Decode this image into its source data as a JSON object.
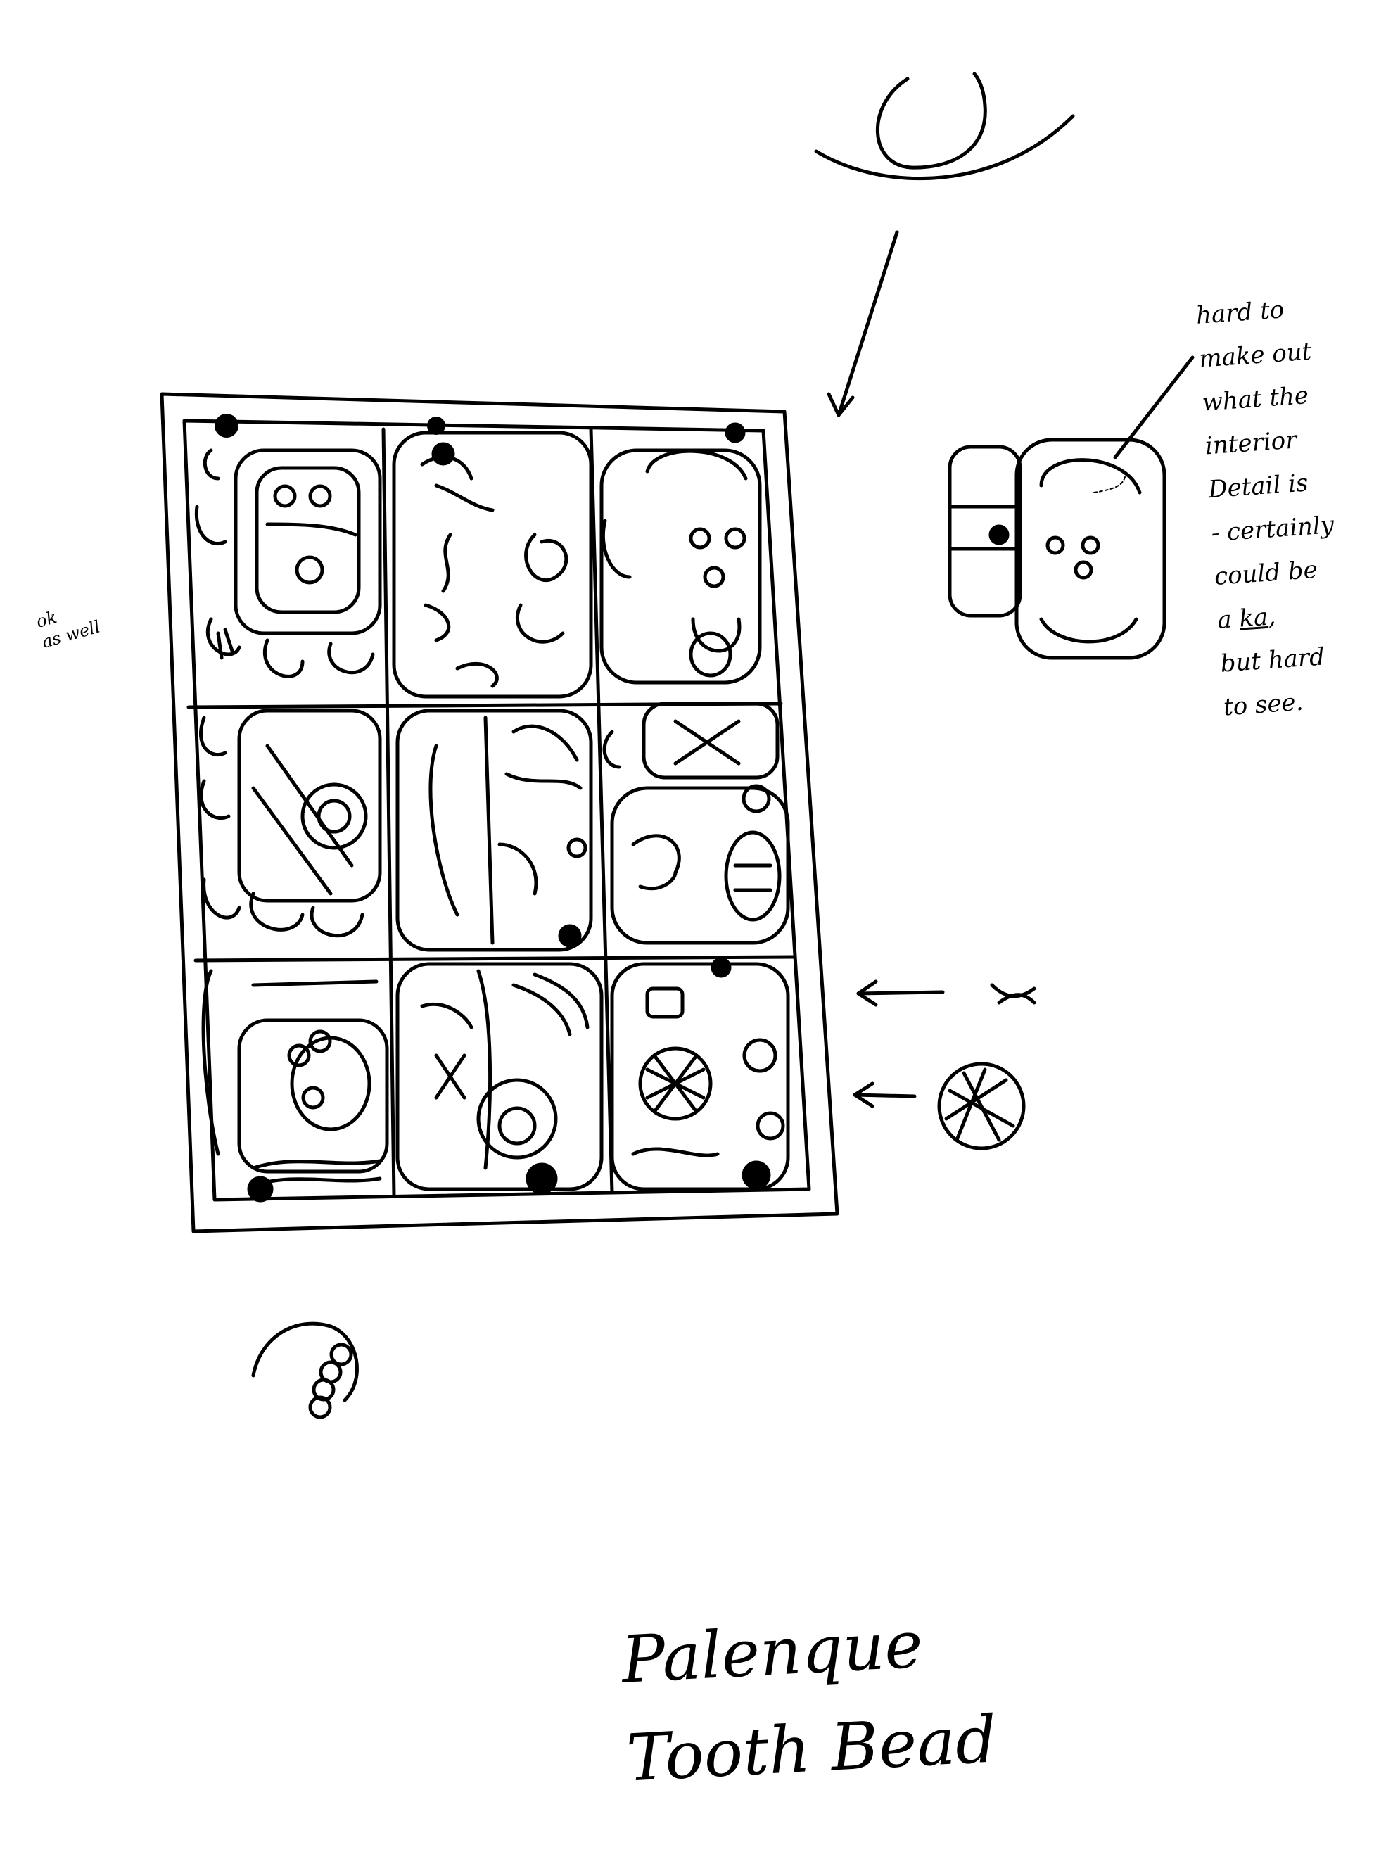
{
  "notes": {
    "left": [
      "ok",
      "as well"
    ],
    "right": {
      "lines": [
        "hard to",
        "make out",
        "what the",
        "interior",
        "Detail is",
        "- certainly",
        "could be"
      ],
      "line8_prefix": "a ",
      "line8_underlined": "ka",
      "line8_suffix": ",",
      "lines_after": [
        "but hard",
        "to see."
      ]
    }
  },
  "caption": {
    "line1": "Palenque",
    "line2": "Tooth Bead"
  },
  "drawing": {
    "stroke_color": "#000000",
    "background": "#ffffff",
    "grid_rows": 3,
    "grid_cols": 3
  }
}
